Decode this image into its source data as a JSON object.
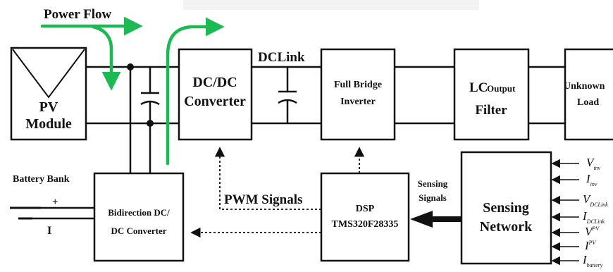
{
  "power_flow": {
    "label": "Power Flow"
  },
  "pv_module": {
    "line1": "PV",
    "line2": "Module"
  },
  "dcdc": {
    "line1": "DC/DC",
    "line2": "Converter"
  },
  "dclink": {
    "label": "DCLink"
  },
  "inverter": {
    "line1": "Full Bridge",
    "line2": "Inverter"
  },
  "lc_filter": {
    "lc": "LC",
    "output": "Output",
    "filter": "Filter"
  },
  "load": {
    "line1": "Unknown",
    "line2": "Load"
  },
  "battery": {
    "label": "Battery Bank",
    "plus": "+",
    "minus": "I"
  },
  "bidirectional": {
    "line1": "Bidirection DC/",
    "line2": "DC Converter"
  },
  "pwm": {
    "label": "PWM Signals"
  },
  "dsp": {
    "line1": "DSP",
    "line2": "TMS320F28335"
  },
  "sensing_signals": {
    "line1": "Sensing",
    "line2": "Signals"
  },
  "sensing_network": {
    "line1": "Sensing",
    "line2": "Network"
  },
  "sensed_inputs": [
    {
      "sym": "V",
      "sub": "inv"
    },
    {
      "sym": "I",
      "sub": "inv"
    },
    {
      "sym": "V",
      "sub": "DCLink"
    },
    {
      "sym": "I",
      "sub": "DCLink"
    },
    {
      "sym": "V",
      "sub": "PV"
    },
    {
      "sym": "I",
      "sub": "PV"
    },
    {
      "sym": "I",
      "sub": "battery"
    }
  ],
  "colors": {
    "flow_arrow": "#1db954",
    "line": "#111111"
  }
}
